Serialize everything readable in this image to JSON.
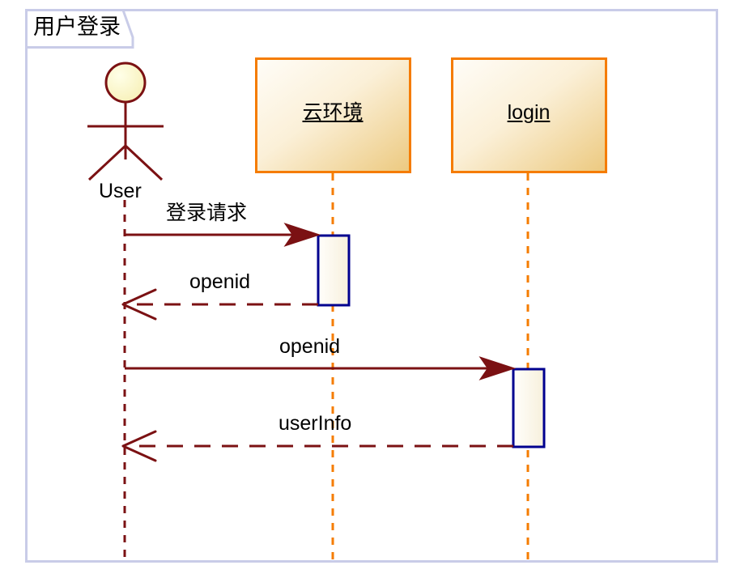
{
  "diagram": {
    "type": "uml-sequence-diagram",
    "frame": {
      "label": "用户登录",
      "border_color": "#c9cce8",
      "background": "#ffffff"
    },
    "actors": [
      {
        "id": "user",
        "name": "User",
        "kind": "actor-stick-figure",
        "line_color": "#7b1113",
        "head_fill": "#fbf8d0",
        "lifeline_color": "#7b1113",
        "lifeline_style": "dashed"
      }
    ],
    "participants": [
      {
        "id": "cloud",
        "name": "云环境",
        "kind": "object-box",
        "border_color": "#f57c00",
        "fill_start": "#fffdf8",
        "fill_end": "#ecc97f",
        "lifeline_color": "#f57c00",
        "lifeline_style": "dashed"
      },
      {
        "id": "login",
        "name": "login",
        "kind": "object-box",
        "border_color": "#f57c00",
        "fill_start": "#fffdf8",
        "fill_end": "#ecc97f",
        "lifeline_color": "#f57c00",
        "lifeline_style": "dashed"
      }
    ],
    "activations": [
      {
        "id": "activation-cloud",
        "on": "cloud",
        "border_color": "#00008f",
        "fill": "#faf4e2"
      },
      {
        "id": "activation-login",
        "on": "login",
        "border_color": "#00008f",
        "fill": "#faf4e2"
      }
    ],
    "messages": [
      {
        "index": 1,
        "label": "登录请求",
        "from": "user",
        "to": "cloud",
        "style": "solid",
        "arrowhead": "filled",
        "direction": "right",
        "color": "#7b1113"
      },
      {
        "index": 2,
        "label": "openid",
        "from": "cloud",
        "to": "user",
        "style": "dashed",
        "arrowhead": "open",
        "direction": "left",
        "color": "#7b1113"
      },
      {
        "index": 3,
        "label": "openid",
        "from": "user",
        "to": "login",
        "style": "solid",
        "arrowhead": "filled",
        "direction": "right",
        "color": "#7b1113"
      },
      {
        "index": 4,
        "label": "userInfo",
        "from": "login",
        "to": "user",
        "style": "dashed",
        "arrowhead": "open",
        "direction": "left",
        "color": "#7b1113"
      }
    ]
  }
}
